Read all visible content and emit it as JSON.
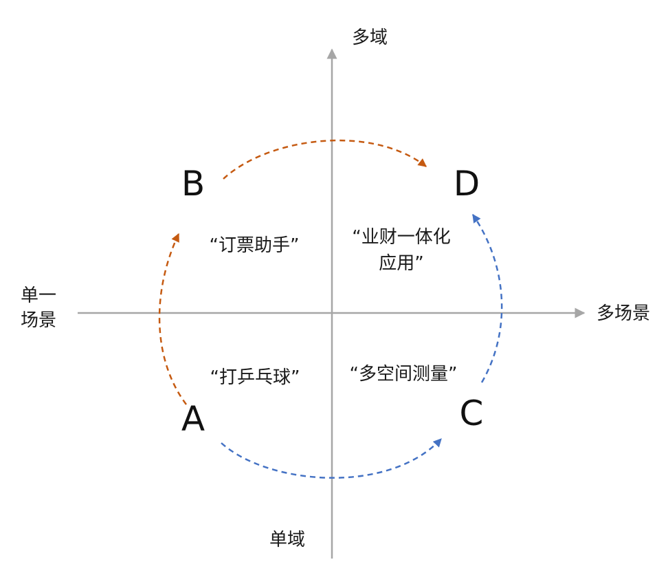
{
  "axes": {
    "y_top": "多域",
    "y_bottom": "单域",
    "x_left_line1": "单一",
    "x_left_line2": "场景",
    "x_right": "多场景"
  },
  "points": {
    "a": "A",
    "b": "B",
    "c": "C",
    "d": "D"
  },
  "quadrants": {
    "top_left": "“订票助手”",
    "top_right_line1": "“业财一体化",
    "top_right_line2": "应用”",
    "bottom_left": "“打乒乓球”",
    "bottom_right": "“多空间测量”"
  },
  "colors": {
    "orange_path": "#c55a11",
    "blue_path": "#4472c4",
    "axis": "#a6a6a6"
  }
}
